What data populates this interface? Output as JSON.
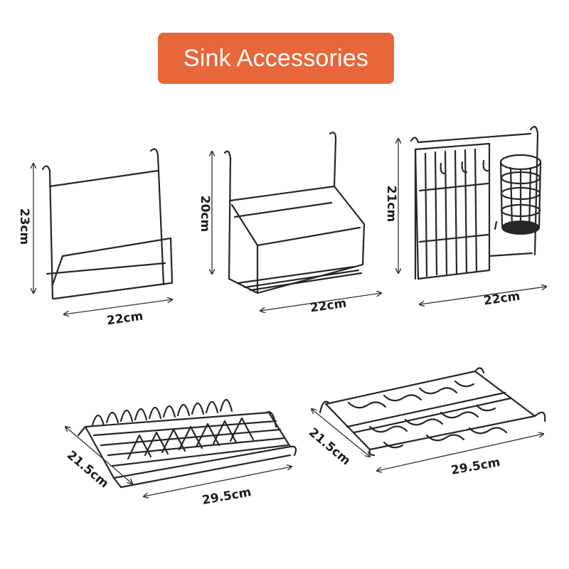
{
  "title": "Sink Accessories",
  "colors": {
    "banner": "#e8673a",
    "wire": "#262626",
    "arrow": "#333333",
    "text": "#1a1a1a",
    "background": "#ffffff"
  },
  "products": [
    {
      "width": "22cm",
      "height": "23cm"
    },
    {
      "width": "22cm",
      "height": "20cm"
    },
    {
      "width": "22cm",
      "height": "21cm"
    },
    {
      "width": "29.5cm",
      "depth": "21.5cm"
    },
    {
      "width": "29.5cm",
      "depth": "21.5cm"
    }
  ]
}
